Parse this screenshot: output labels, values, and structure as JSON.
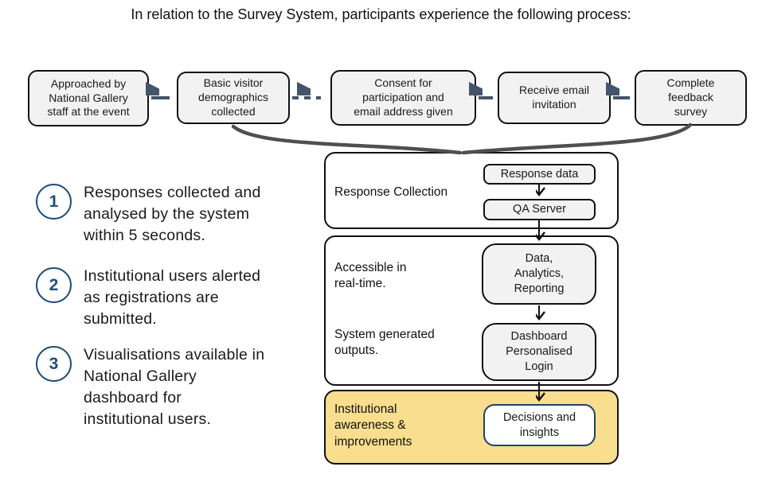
{
  "title": "In relation to the Survey System, participants experience the following process:",
  "flow": {
    "steps": [
      {
        "label": "Approached by\nNational Gallery\nstaff at the event"
      },
      {
        "label": "Basic visitor\ndemographics\ncollected"
      },
      {
        "label": "Consent for\nparticipation and\nemail address given"
      },
      {
        "label": "Receive email\ninvitation"
      },
      {
        "label": "Complete\nfeedback\nsurvey"
      }
    ],
    "connector_styles": [
      "solid",
      "dashed",
      "solid",
      "solid"
    ]
  },
  "notes": [
    {
      "number": "1",
      "text": "Responses collected and\nanalysed by the system\nwithin 5 seconds."
    },
    {
      "number": "2",
      "text": "Institutional users alerted\nas registrations are\nsubmitted."
    },
    {
      "number": "3",
      "text": "Visualisations available in\nNational Gallery\ndashboard for\ninstitutional users."
    }
  ],
  "pipeline": {
    "sections": [
      {
        "label": "Response Collection",
        "nodes": [
          "Response data",
          "QA Server"
        ],
        "highlighted": false
      },
      {
        "labels": [
          "Accessible in\nreal-time.",
          "System generated\noutputs."
        ],
        "nodes": [
          "Data,\nAnalytics,\nReporting",
          "Dashboard\nPersonalised\nLogin"
        ],
        "highlighted": false
      },
      {
        "label": "Institutional\nawareness &\nimprovements",
        "nodes": [
          "Decisions and\ninsights"
        ],
        "highlighted": true
      }
    ]
  },
  "colors": {
    "step_fill": "#F2F2F2",
    "border_dark": "#111111",
    "flow_arrow": "#44546A",
    "curve_connector": "#4F4F4F",
    "highlight_fill": "#F8DE8E",
    "accent_navy": "#1F4E79"
  }
}
